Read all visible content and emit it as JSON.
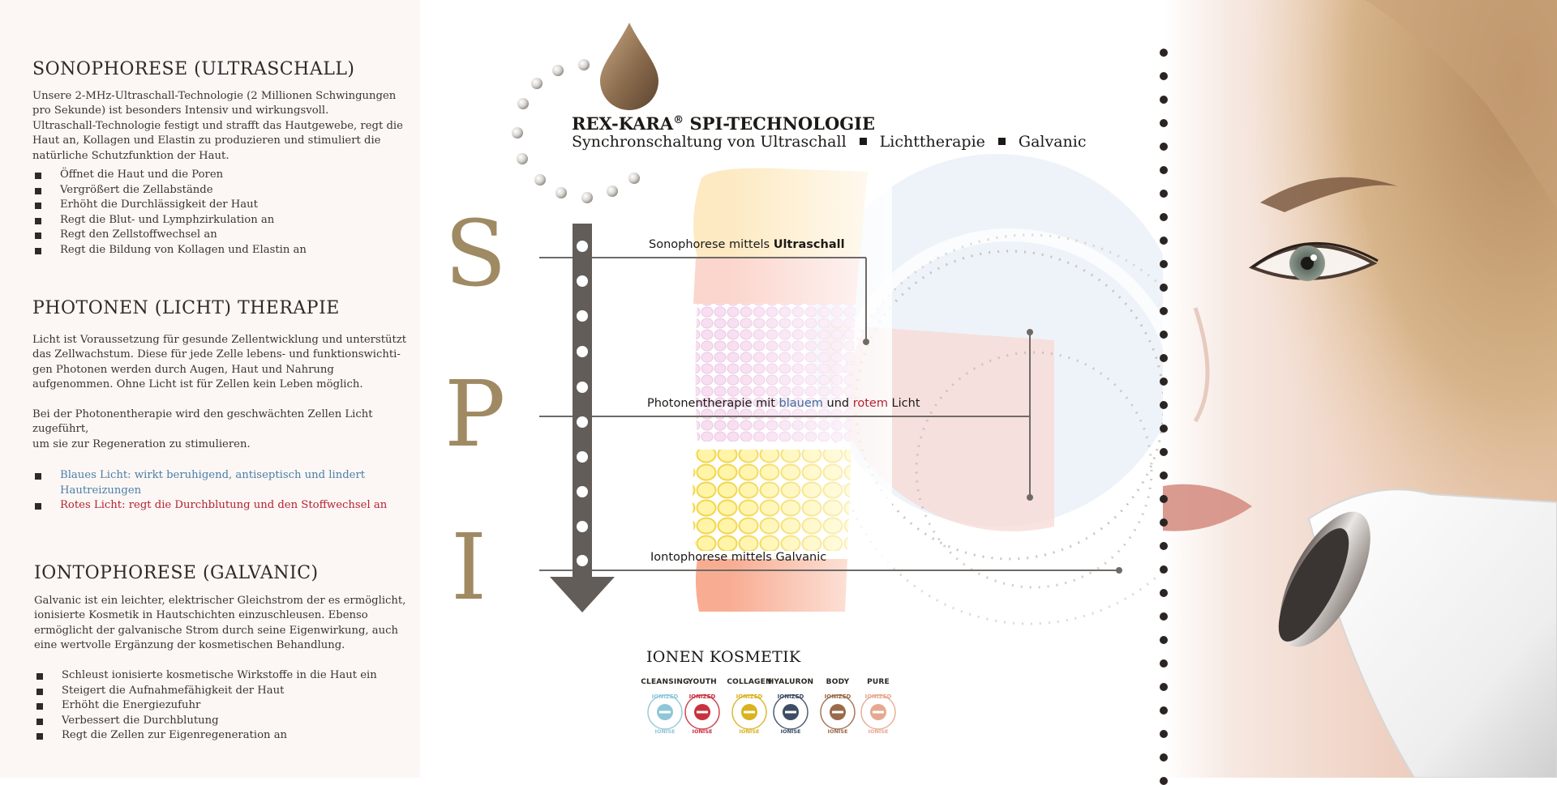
{
  "left": {
    "sono": {
      "title": "SONOPHORESE (ULTRASCHALL)",
      "text": "Unsere 2-MHz-Ultraschall-Technologie (2 Millionen Schwingungen\npro Sekunde) ist besonders Intensiv und wirkungsvoll.\nUltraschall-Technologie festigt und strafft das Hautgewebe, regt die\nHaut an, Kollagen und Elastin zu produzieren und stimuliert die\nnatürliche Schutzfunktion der Haut.",
      "items": [
        "Öffnet die Haut und die Poren",
        "Vergrößert die Zellabstände",
        "Erhöht die Durchlässigkeit der Haut",
        "Regt die Blut- und Lymphzirkulation an",
        "Regt den Zellstoffwechsel an",
        "Regt die Bildung von Kollagen und Elastin an"
      ]
    },
    "photo": {
      "title": "PHOTONEN (LICHT) THERAPIE",
      "text1": "Licht ist Voraussetzung für gesunde Zellentwicklung und unterstützt\ndas Zellwachstum. Diese für jede Zelle lebens- und funktionswichti-\ngen Photonen werden durch Augen, Haut und Nahrung\naufgenommen. Ohne Licht ist für Zellen kein Leben möglich.",
      "text2": "Bei der Photonentherapie wird den geschwächten Zellen Licht\nzugeführt,\num sie zur Regeneration zu stimulieren.",
      "blue": "Blaues Licht: wirkt beruhigend, antiseptisch und lindert\nHautreizungen",
      "red": "Rotes Licht: regt die Durchblutung und den Stoffwechsel an"
    },
    "ionto": {
      "title": "IONTOPHORESE (GALVANIC)",
      "text": "Galvanic ist ein leichter, elektrischer Gleichstrom der es ermöglicht,\nionisierte Kosmetik in Hautschichten einzuschleusen. Ebenso\nermöglicht der galvanische Strom durch seine Eigenwirkung, auch\neine wertvolle Ergänzung der kosmetischen Behandlung.",
      "items": [
        "Schleust ionisierte kosmetische Wirkstoffe in die Haut ein",
        "Steigert die Aufnahmefähigkeit der Haut",
        "Erhöht die Energiezufuhr",
        "Verbessert die Durchblutung",
        "Regt die Zellen zur Eigenregeneration an"
      ]
    }
  },
  "brand": {
    "title": "REX-KARA",
    "reg": "®",
    "title_rest": " SPI-TECHNOLOGIE",
    "sub": [
      "Synchronschaltung von Ultraschall",
      "Lichttherapie",
      "Galvanic"
    ]
  },
  "letters": [
    "S",
    "P",
    "I"
  ],
  "labels": {
    "sono_pre": "Sonophorese mittels ",
    "sono_bold": "Ultraschall",
    "photo_pre": "Photonentherapie mit ",
    "photo_blue": "blauem",
    "photo_mid": " und ",
    "photo_red": "rotem",
    "photo_post": " Licht",
    "ionto": "Iontophorese mittels Galvanic"
  },
  "ionen": {
    "title": "IONEN KOSMETIK",
    "badge_top": "IONIZED",
    "badge_bottom": "IONISE",
    "products": [
      {
        "label": "CLEANSING",
        "color": "#8fc6d8"
      },
      {
        "label": "YOUTH",
        "color": "#c8323f"
      },
      {
        "label": "COLLAGEN",
        "color": "#d9b21e"
      },
      {
        "label": "HYALURON",
        "color": "#3d4d66"
      },
      {
        "label": "BODY",
        "color": "#9b6a4a"
      },
      {
        "label": "PURE",
        "color": "#e6a891"
      }
    ]
  }
}
